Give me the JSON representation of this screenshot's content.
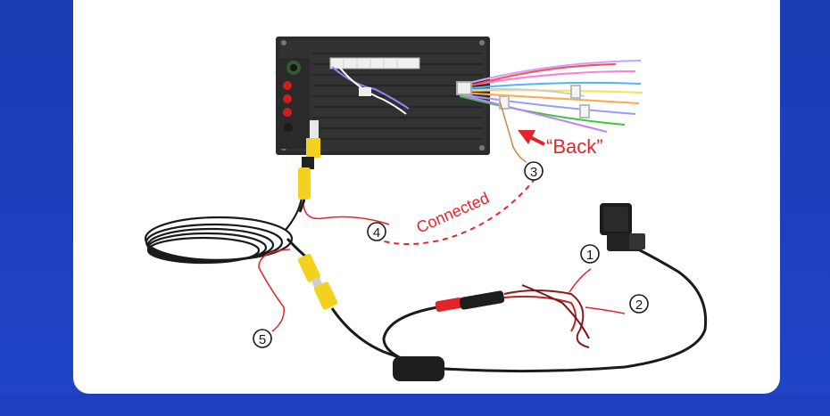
{
  "labels": {
    "back": "“Back”",
    "connected": "Connected"
  },
  "callouts": [
    "1",
    "2",
    "3",
    "4",
    "5"
  ],
  "colors": {
    "frame_blue": "#1f42c2",
    "card_white": "#ffffff",
    "accent_red": "#e0262b",
    "cable_black": "#1a1a1a",
    "rca_yellow": "#f2d21f",
    "head_unit": "#2a2a2a"
  }
}
